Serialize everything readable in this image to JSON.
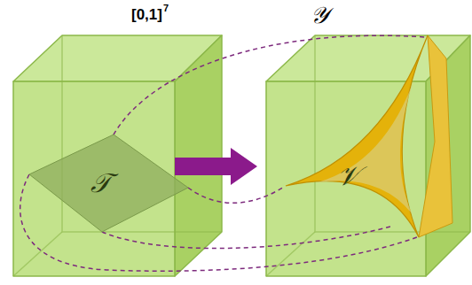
{
  "diagram": {
    "nodes": [
      {
        "text": [
          "𝒯"
        ]
      },
      {
        "text": [
          "𝒱"
        ]
      }
    ],
    "edges": [
      {
        "from": 0,
        "to": 1,
        "arrow": "to"
      }
    ],
    "labels": [
      "[0,1]",
      "7",
      "𝒴"
    ]
  }
}
